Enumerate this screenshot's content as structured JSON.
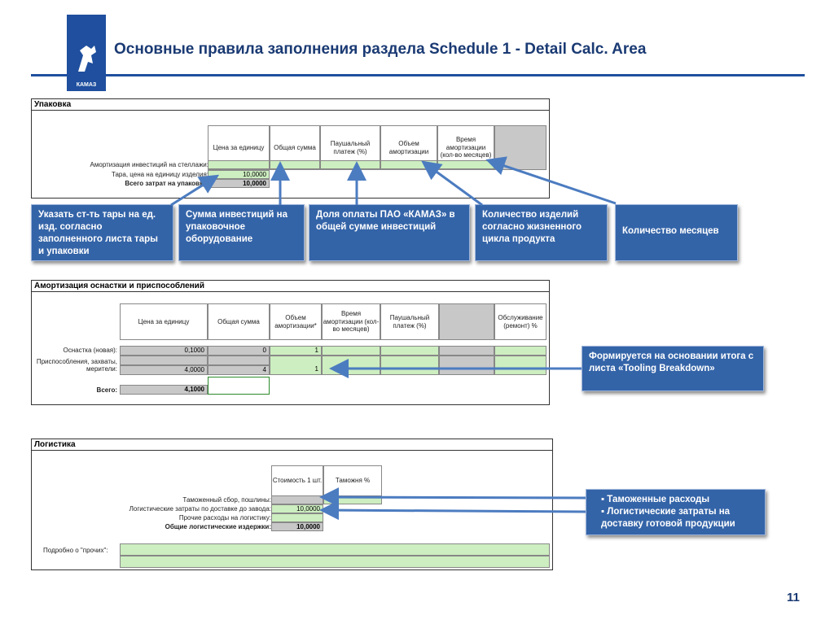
{
  "header": {
    "title": "Основные правила заполнения раздела Schedule 1 - Detail Calc. Area",
    "logo_text": "КАМАЗ",
    "page_number": "11",
    "accent_color": "#1f4f9e"
  },
  "packaging": {
    "heading": "Упаковка",
    "columns": [
      "Цена за единицу",
      "Общая сумма",
      "Паушальный платеж (%)",
      "Объем амортизации",
      "Время амортизации (кол-во месяцев)"
    ],
    "rows": [
      {
        "label": "Амортизация инвестиций на стеллажи:",
        "value": ""
      },
      {
        "label": "Тара, цена на единицу изделия:",
        "value": "10,0000"
      },
      {
        "label": "Всего затрат на упаковку:",
        "value": "10,0000"
      }
    ]
  },
  "callouts_top": [
    "Указать ст-ть тары на ед. изд. согласно заполненного листа тары и упаковки",
    "Сумма инвестиций на упаковочное оборудование",
    "Доля оплаты ПАО «КАМАЗ» в общей сумме инвестиций",
    "Количество изделий согласно жизненного цикла продукта",
    "Количество месяцев"
  ],
  "tooling": {
    "heading": "Амортизация оснастки и приспособлений",
    "columns": [
      "Цена за единицу",
      "Общая сумма",
      "Объем амортизации*",
      "Время амортизации (кол-во месяцев)",
      "Паушальный платеж (%)",
      "",
      "Обслуживание (ремонт) %"
    ],
    "rows": [
      {
        "label": "Оснастка (новая):",
        "price": "0,1000",
        "total": "0",
        "volume": "1"
      },
      {
        "label": "Приспособления, захваты, мерители:",
        "price": "4,0000",
        "total": "4",
        "volume": "1"
      }
    ],
    "total_label": "Всего:",
    "total_value": "4,1000",
    "callout": "Формируется на основании итога с листа «Tooling Breakdown»"
  },
  "logistics": {
    "heading": "Логистика",
    "columns": [
      "Стоимость 1 шт.",
      "Таможня %"
    ],
    "rows": [
      {
        "label": "Таможенный сбор, пошлины:",
        "value": ""
      },
      {
        "label": "Логистические затраты по доставке до завода:",
        "value": "10,0000"
      },
      {
        "label": "Прочие расходы на логистику:",
        "value": ""
      },
      {
        "label": "Общие логистические издержки:",
        "value": "10,0000"
      }
    ],
    "other_label": "Подробно о \"прочих\":",
    "callout_items": [
      "Таможенные расходы",
      "Логистические затраты на доставку готовой продукции"
    ]
  }
}
